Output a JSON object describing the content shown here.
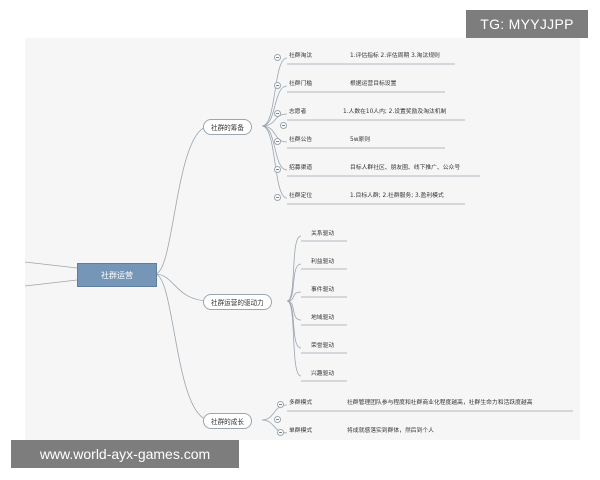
{
  "watermarks": {
    "top": "TG: MYYJJPP",
    "bottom": "www.world-ayx-games.com"
  },
  "mindmap": {
    "root": "社群运营",
    "branches": [
      {
        "label": "社群的筹备",
        "children": [
          {
            "label": "社群淘汰",
            "detail": "1.评估指标 2.评估周期 3.淘汰规则"
          },
          {
            "label": "社群门槛",
            "detail": "根据运营目标设置"
          },
          {
            "label": "志愿者",
            "detail": "1.人数在10人内; 2.设置奖励及淘汰机制"
          },
          {
            "label": "社群公告",
            "detail": "5w原则"
          },
          {
            "label": "招募渠道",
            "detail": "目标人群社区、朋友圈、线下推广、公众号"
          },
          {
            "label": "社群定位",
            "detail": "1.目标人群; 2.社群服务; 3.盈利模式"
          }
        ]
      },
      {
        "label": "社群运营的驱动力",
        "children": [
          {
            "label": "关系驱动"
          },
          {
            "label": "利益驱动"
          },
          {
            "label": "事件驱动"
          },
          {
            "label": "地域驱动"
          },
          {
            "label": "荣誉驱动"
          },
          {
            "label": "兴趣驱动"
          }
        ]
      },
      {
        "label": "社群的成长",
        "children": [
          {
            "label": "多群模式",
            "detail": "社群管理团队参与程度和社群商业化程度越高，社群生命力和活跃度越高"
          },
          {
            "label": "单群模式",
            "detail": "将成就感落实到群体，然后到个人"
          }
        ]
      }
    ]
  }
}
